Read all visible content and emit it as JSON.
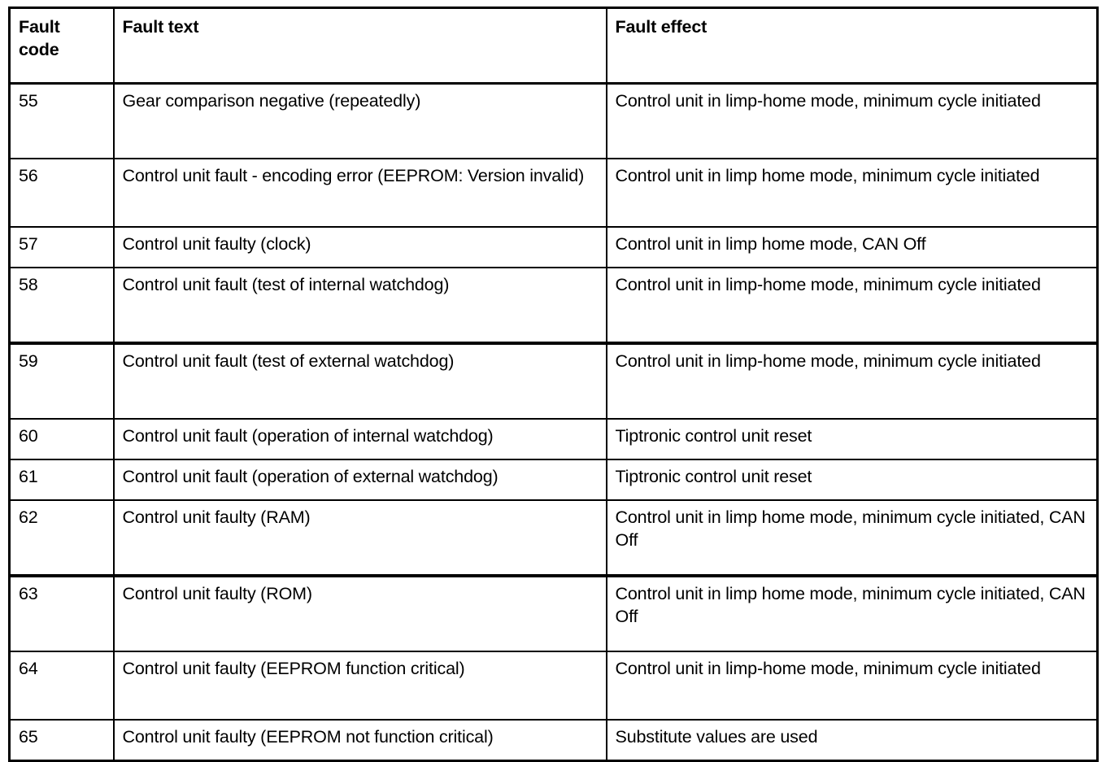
{
  "table": {
    "columns": [
      {
        "key": "fault_code",
        "header_line1": "Fault",
        "header_line2": "code"
      },
      {
        "key": "fault_text",
        "header_line1": "Fault text",
        "header_line2": ""
      },
      {
        "key": "fault_effect",
        "header_line1": "Fault effect",
        "header_line2": ""
      }
    ],
    "rows": [
      {
        "fault_code": "55",
        "fault_text": "Gear comparison negative (repeatedly)",
        "fault_effect": "Control unit in limp-home mode, minimum cycle initiated"
      },
      {
        "fault_code": "56",
        "fault_text": "Control unit fault - encoding error (EEPROM: Ver­sion invalid)",
        "fault_effect": "Control unit in limp home mode, minimum cycle initiated"
      },
      {
        "fault_code": "57",
        "fault_text": "Control unit faulty (clock)",
        "fault_effect": "Control unit in limp home mode, CAN Off"
      },
      {
        "fault_code": "58",
        "fault_text": "Control unit fault (test of internal watchdog)",
        "fault_effect": "Control unit in limp-home mode, minimum cycle initiated"
      },
      {
        "fault_code": "59",
        "fault_text": "Control unit fault (test of external watchdog)",
        "fault_effect": "Control unit in limp-home mode, minimum cycle initiated"
      },
      {
        "fault_code": "60",
        "fault_text": "Control unit fault (operation of internal watchdog)",
        "fault_effect": "Tiptronic control unit reset"
      },
      {
        "fault_code": "61",
        "fault_text": "Control unit fault (operation of external watchdog)",
        "fault_effect": "Tiptronic control unit reset"
      },
      {
        "fault_code": "62",
        "fault_text": "Control unit faulty (RAM)",
        "fault_effect": "Control unit in limp home mode, minimum cycle initiated, CAN Off"
      },
      {
        "fault_code": "63",
        "fault_text": "Control unit faulty (ROM)",
        "fault_effect": "Control unit in limp home mode, minimum cycle initiated, CAN Off"
      },
      {
        "fault_code": "64",
        "fault_text": "Control unit faulty (EEPROM function critical)",
        "fault_effect": "Control unit in limp-home mode, minimum cycle initiated"
      },
      {
        "fault_code": "65",
        "fault_text": "Control unit faulty (EEPROM not function critical)",
        "fault_effect": "Substitute values are used"
      }
    ]
  },
  "style": {
    "text_color": "#000000",
    "border_color": "#000000",
    "background_color": "#ffffff"
  }
}
